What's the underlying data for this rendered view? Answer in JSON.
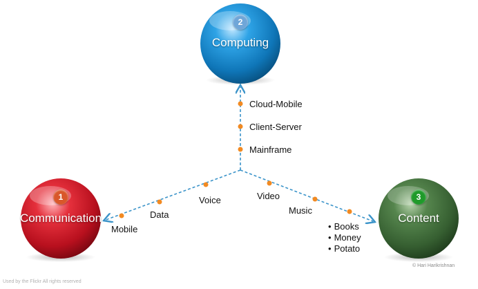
{
  "nodes": {
    "computing": {
      "number": "2",
      "label": "Computing",
      "color": "#1e8fd0",
      "badge_color": "#6fa6d8"
    },
    "communication": {
      "number": "1",
      "label": "Communication",
      "color": "#cf1c2a",
      "badge_color": "#d9572a"
    },
    "content": {
      "number": "3",
      "label": "Content",
      "color": "#3f6b3a",
      "badge_color": "#1f9a2a"
    }
  },
  "branches": {
    "computing": [
      "Cloud-Mobile",
      "Client-Server",
      "Mainframe"
    ],
    "communication": [
      "Voice",
      "Data",
      "Mobile"
    ],
    "content": [
      "Video",
      "Music"
    ]
  },
  "content_examples": [
    "Books",
    "Money",
    "Potato"
  ],
  "credit": "© Hari Harikrishnan",
  "footer": "Used by the Flickr  All rights reserved",
  "colors": {
    "connector": "#3a93c9",
    "milestone": "#f28a22"
  }
}
